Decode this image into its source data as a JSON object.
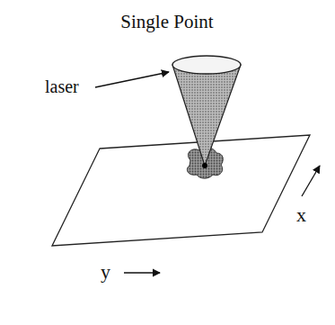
{
  "diagram": {
    "title": "Single Point",
    "labels": [
      "laser",
      "x",
      "y"
    ]
  }
}
